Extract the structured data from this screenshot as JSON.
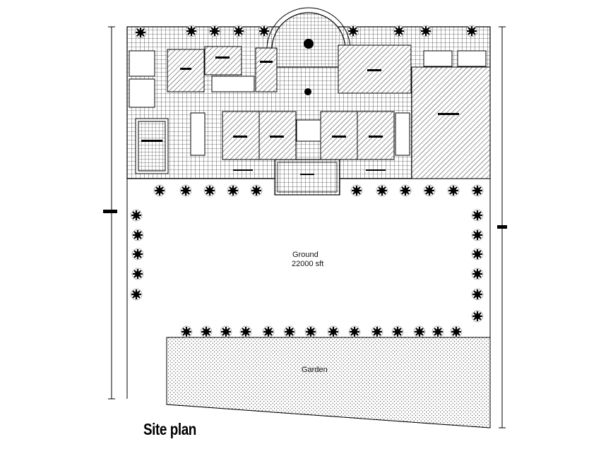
{
  "plan": {
    "title": "Site plan",
    "ground_label": "Ground",
    "ground_area": "22000 sft",
    "garden_label": "Garden"
  },
  "colors": {
    "ink": "#000000",
    "paper": "#ffffff"
  },
  "icons": [
    "tree-symbol",
    "dimension-tick"
  ]
}
